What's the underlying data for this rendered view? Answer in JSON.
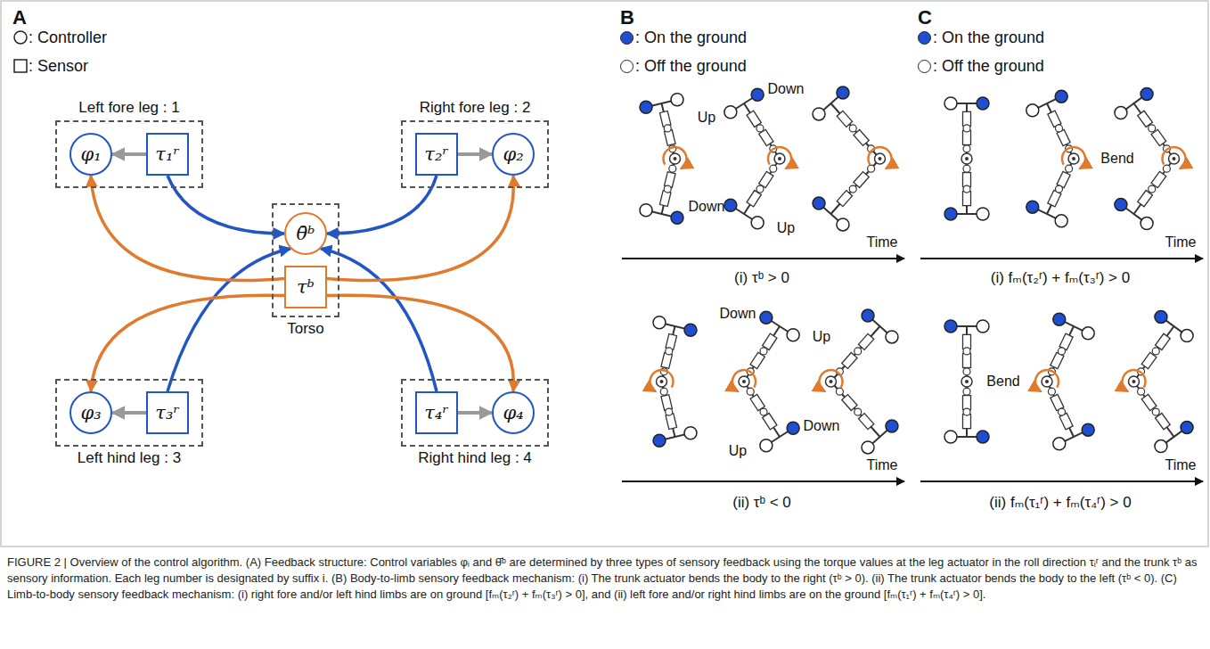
{
  "diagram": {
    "caption": "FIGURE 2 | Overview of the control algorithm. (A) Feedback structure: Control variables φᵢ and θ̄ᵇ are determined by three types of sensory feedback using the torque values at the leg actuator in the roll direction τᵢʳ and the trunk τᵇ as sensory information. Each leg number is designated by suffix i. (B) Body-to-limb sensory feedback mechanism: (i) The trunk actuator bends the body to the right (τᵇ > 0). (ii) The trunk actuator bends the body to the left (τᵇ < 0). (C) Limb-to-body sensory feedback mechanism: (i) right fore and/or left hind limbs are on ground [fₘ(τ₂ʳ) + fₘ(τ₃ʳ) > 0], and (ii) left fore and/or right hind limbs are on the ground [fₘ(τ₁ʳ) + fₘ(τ₄ʳ) > 0].",
    "nodes": [
      {
        "text": [
          "Left fore leg : 1"
        ]
      },
      {
        "text": [
          "φ₁"
        ],
        "in": 0
      },
      {
        "text": [
          "τ₁ʳ"
        ],
        "in": 0
      },
      {
        "text": [
          "Right fore leg : 2"
        ]
      },
      {
        "text": [
          "τ₂ʳ"
        ],
        "in": 3
      },
      {
        "text": [
          "φ₂"
        ],
        "in": 3
      },
      {
        "text": [
          "Torso"
        ]
      },
      {
        "text": [
          "θ̄ᵇ"
        ],
        "in": 6
      },
      {
        "text": [
          "τᵇ"
        ],
        "in": 6
      },
      {
        "text": [
          "Left hind leg : 3"
        ]
      },
      {
        "text": [
          "φ₃"
        ],
        "in": 9
      },
      {
        "text": [
          "τ₃ʳ"
        ],
        "in": 9
      },
      {
        "text": [
          "Right hind leg : 4"
        ]
      },
      {
        "text": [
          "τ₄ʳ"
        ],
        "in": 12
      },
      {
        "text": [
          "φ₄"
        ],
        "in": 12
      }
    ],
    "edges": [
      {
        "from": 2,
        "to": 1,
        "arrow": "to"
      },
      {
        "from": 4,
        "to": 5,
        "arrow": "to"
      },
      {
        "from": 11,
        "to": 10,
        "arrow": "to"
      },
      {
        "from": 13,
        "to": 14,
        "arrow": "to"
      },
      {
        "from": 2,
        "to": 7,
        "arrow": "to"
      },
      {
        "from": 4,
        "to": 7,
        "arrow": "to"
      },
      {
        "from": 11,
        "to": 7,
        "arrow": "to"
      },
      {
        "from": 13,
        "to": 7,
        "arrow": "to"
      },
      {
        "from": 8,
        "to": 1,
        "arrow": "to"
      },
      {
        "from": 8,
        "to": 5,
        "arrow": "to"
      },
      {
        "from": 8,
        "to": 10,
        "arrow": "to"
      },
      {
        "from": 8,
        "to": 14,
        "arrow": "to"
      }
    ],
    "labels": [
      "A",
      "B",
      "C",
      "Down",
      "Up",
      "Down",
      "Up",
      "Time",
      "(i) τᵇ > 0",
      "Down",
      "Up",
      "Down",
      "Up",
      "Time",
      "(ii) τᵇ < 0",
      "Bend",
      "Time",
      "(i) fₘ(τ₂ʳ) + fₘ(τ₃ʳ) > 0",
      "Bend",
      "Time",
      "(ii) fₘ(τ₁ʳ) + fₘ(τ₄ʳ) > 0"
    ],
    "legend": [
      {
        "text": ": Controller"
      },
      {
        "text": ": Sensor"
      },
      {
        "text": ": On the ground",
        "color": "#1f4fd0"
      },
      {
        "text": ": Off the ground",
        "color": "#ffffff"
      },
      {
        "text": ": On the ground",
        "color": "#1f4fd0"
      },
      {
        "text": ": Off the ground",
        "color": "#ffffff"
      }
    ]
  }
}
